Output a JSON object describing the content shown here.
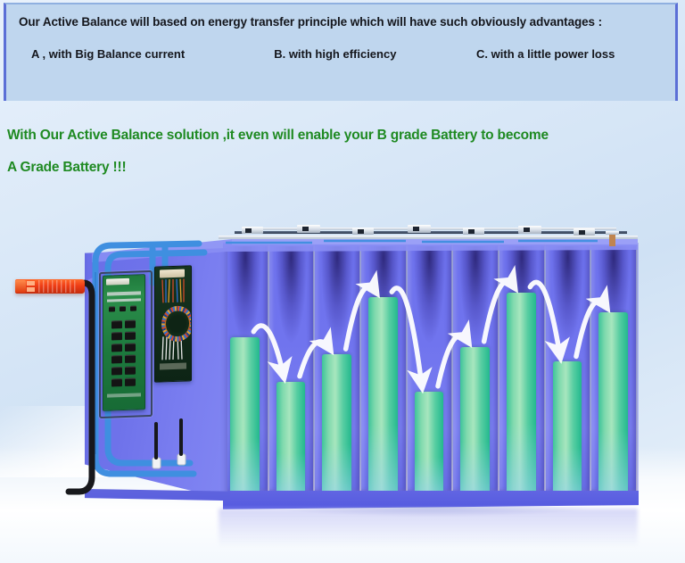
{
  "banner": {
    "headline": "Our Active Balance will based on energy transfer principle which will have such obviously advantages :",
    "options": [
      "A , with Big Balance current",
      "B. with high efficiency",
      "C. with a little  power loss"
    ],
    "bg_color": "#bfd6ee",
    "border_color": "#5b6fd6",
    "text_color": "#14161c"
  },
  "headline": {
    "line1": "With Our Active Balance solution ,it even will enable your B grade Battery to become",
    "line2": "A Grade Battery  !!!",
    "color": "#1f8a22"
  },
  "illustration": {
    "name": "battery-pack-active-balancer-diagram",
    "page_background": "#dbe9f8",
    "cell_body_color": "#7074ee",
    "charge_level_color": "#3ec49a",
    "arrow_color": "#ffffff",
    "connector_color": "#ef3d16",
    "pcb_main_color": "#1d7a3e",
    "pcb_transformer_color": "#112b1a",
    "busbar_color": "#d5dde6",
    "cable_color": "#3f8fe0",
    "cells": [
      {
        "id": "cell-1",
        "charge_percent": 62
      },
      {
        "id": "cell-2",
        "charge_percent": 44
      },
      {
        "id": "cell-3",
        "charge_percent": 55
      },
      {
        "id": "cell-4",
        "charge_percent": 78
      },
      {
        "id": "cell-5",
        "charge_percent": 40
      },
      {
        "id": "cell-6",
        "charge_percent": 58
      },
      {
        "id": "cell-7",
        "charge_percent": 80
      },
      {
        "id": "cell-8",
        "charge_percent": 52
      },
      {
        "id": "cell-9",
        "charge_percent": 72
      }
    ],
    "arrows": [
      {
        "id": "arrow-1",
        "from": "cell-1",
        "to": "cell-2",
        "direction": "right"
      },
      {
        "id": "arrow-2",
        "from": "cell-2",
        "to": "cell-3",
        "direction": "right"
      },
      {
        "id": "arrow-3",
        "from": "cell-3",
        "to": "cell-4",
        "direction": "right"
      },
      {
        "id": "arrow-4",
        "from": "cell-4",
        "to": "cell-5",
        "direction": "right"
      },
      {
        "id": "arrow-5",
        "from": "cell-5",
        "to": "cell-6",
        "direction": "right"
      },
      {
        "id": "arrow-6",
        "from": "cell-6",
        "to": "cell-7",
        "direction": "right"
      },
      {
        "id": "arrow-7",
        "from": "cell-7",
        "to": "cell-8",
        "direction": "right"
      },
      {
        "id": "arrow-8",
        "from": "cell-8",
        "to": "cell-9",
        "direction": "right"
      }
    ]
  }
}
